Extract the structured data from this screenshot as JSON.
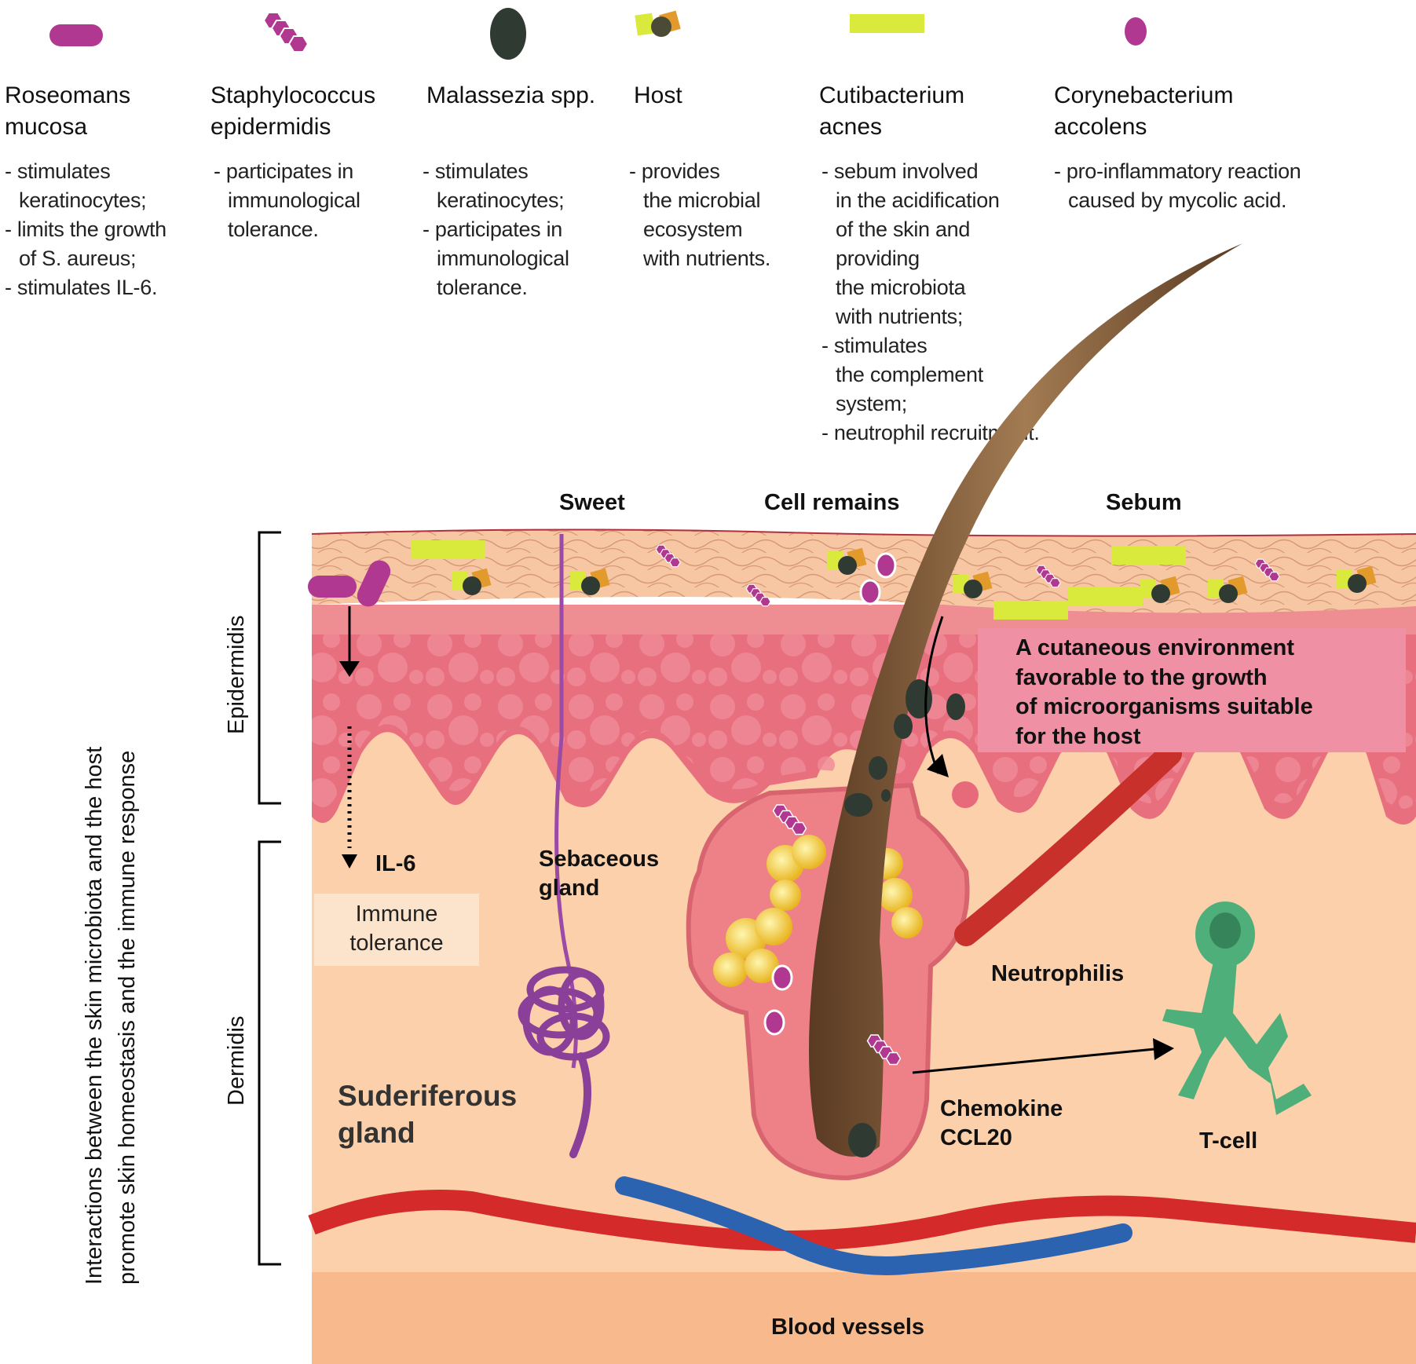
{
  "legend": [
    {
      "icon": "rod-bacterium-icon",
      "color": "#b03890",
      "name": "Roseomans\nmucosa",
      "items": [
        "- stimulates\nkeratinocytes;",
        "- limits the growth\nof S. aureus;",
        "- stimulates IL-6."
      ]
    },
    {
      "icon": "hexagon-cluster-icon",
      "color": "#b03890",
      "name": "Staphylococcus\nepidermidis",
      "items": [
        "- participates in\nimmunological\ntolerance."
      ]
    },
    {
      "icon": "dark-oval-icon",
      "color": "#2f3a33",
      "name": "Malassezia spp.",
      "items": [
        "- stimulates\nkeratinocytes;",
        "- participates in\nimmunological\ntolerance."
      ]
    },
    {
      "icon": "host-cell-icon",
      "color": "#4a4a36",
      "name": "Host",
      "items": [
        "- provides\nthe microbial\necosystem\nwith nutrients."
      ]
    },
    {
      "icon": "yellow-bar-icon",
      "color": "#d9ea3c",
      "name": "Cutibacterium\nacnes",
      "items": [
        "- sebum involved\nin the acidification\nof the skin and\nproviding\nthe microbiota\nwith nutrients;",
        "- stimulates\nthe complement\nsystem;",
        "- neutrophil recruitment."
      ]
    },
    {
      "icon": "small-purple-oval-icon",
      "color": "#b03890",
      "name": "Corynebacterium\naccolens",
      "items": [
        "- pro-inflammatory reaction\ncaused by mycolic acid."
      ]
    }
  ],
  "top_labels": {
    "sweet": "Sweet",
    "cell_remains": "Cell remains",
    "sebum": "Sebum"
  },
  "side_labels": {
    "epidermis": "Epidermidis",
    "dermis": "Dermidis",
    "caption_line1": "Interactions between the skin microbiota and the host",
    "caption_line2": "promote skin homeostasis and the immune response"
  },
  "annotations": {
    "il6": "IL-6",
    "immune_tolerance": "Immune\ntolerance",
    "sebaceous_gland": "Sebaceous\ngland",
    "suderiferous_gland": "Suderiferous\ngland",
    "neutrophils": "Neutrophilis",
    "chemokine": "Chemokine\nCCL20",
    "t_cell": "T-cell",
    "blood_vessels": "Blood vessels",
    "callout": "A cutaneous environment\nfavorable to the growth\nof microorganisms suitable\nfor the host"
  },
  "colors": {
    "purple_bacteria": "#b03890",
    "yellow_bacteria": "#d9ea3c",
    "orange": "#e39a2c",
    "dark": "#2f3a33",
    "stratum_corneum": "#f6c7a2",
    "epidermis_pink": "#e8707e",
    "dermis": "#fbd0aa",
    "hypodermis": "#f8b98c",
    "hair": "#7b5230",
    "artery": "#d42a2a",
    "vein": "#2b63b0",
    "t_cell": "#4eaf7a",
    "callout_bg": "#f090a4",
    "sweat_gland": "#9b4aa6"
  }
}
